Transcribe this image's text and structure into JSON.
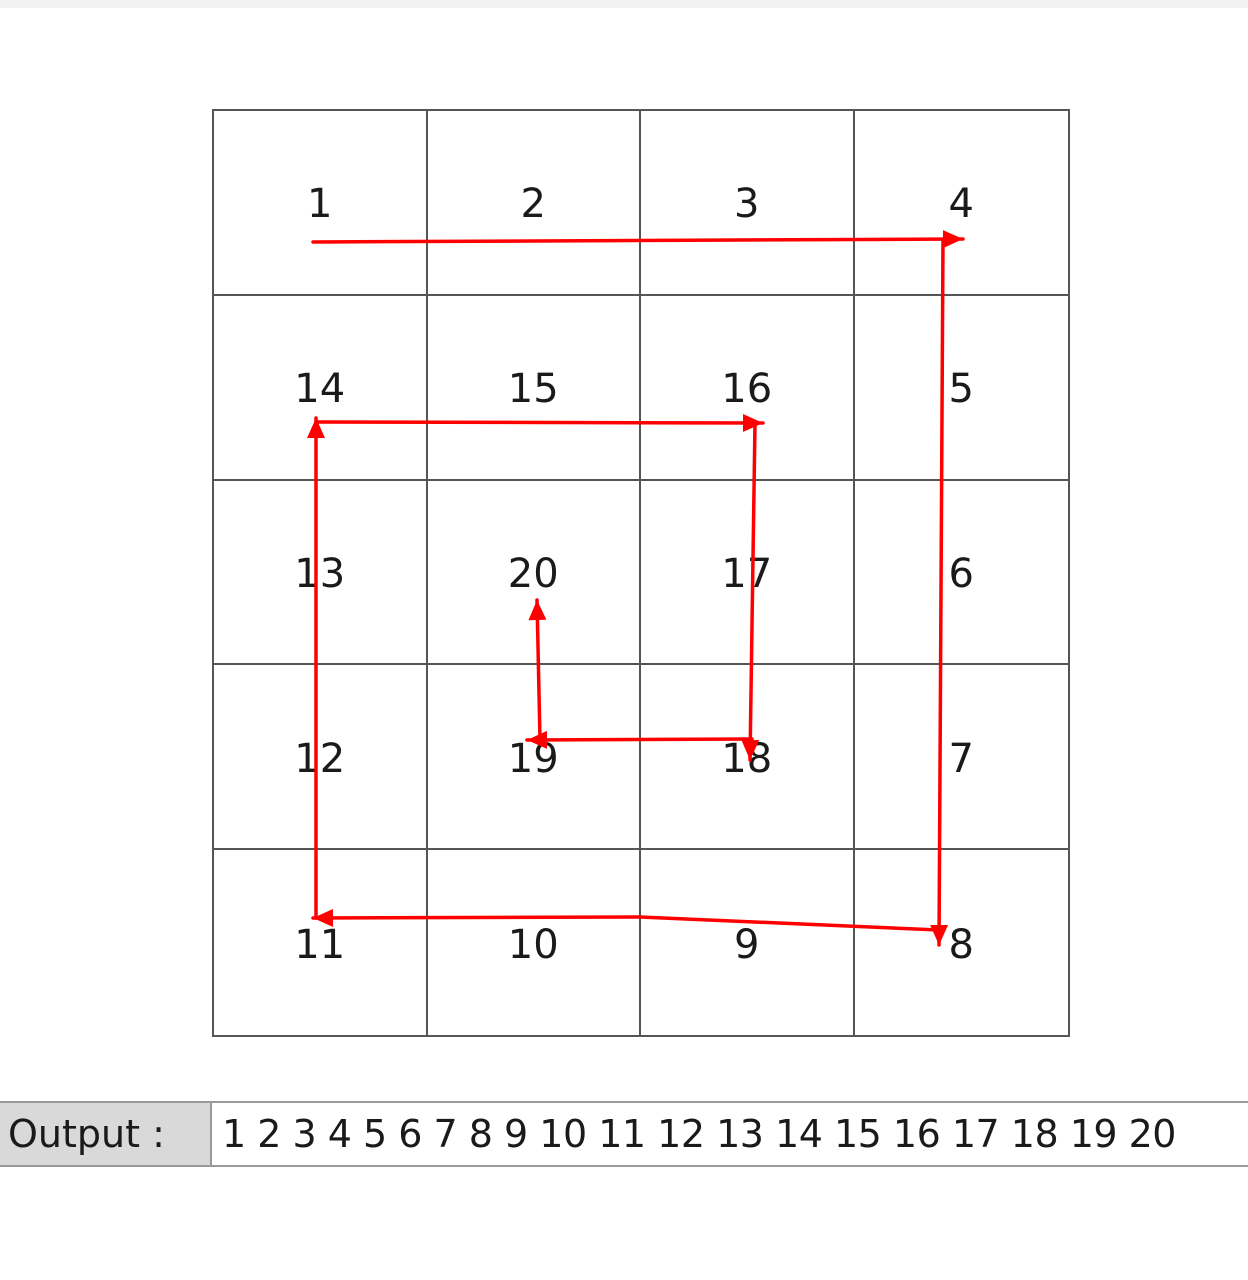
{
  "grid": {
    "rows": [
      [
        "1",
        "2",
        "3",
        "4"
      ],
      [
        "14",
        "15",
        "16",
        "5"
      ],
      [
        "13",
        "20",
        "17",
        "6"
      ],
      [
        "12",
        "19",
        "18",
        "7"
      ],
      [
        "11",
        "10",
        "9",
        "8"
      ]
    ]
  },
  "path": {
    "color": "#ff0000",
    "order": [
      "1",
      "2",
      "3",
      "4",
      "5",
      "6",
      "7",
      "8",
      "9",
      "10",
      "11",
      "12",
      "13",
      "14",
      "15",
      "16",
      "17",
      "18",
      "19",
      "20"
    ]
  },
  "output": {
    "label": "Output :",
    "value": "1 2 3 4 5 6 7 8 9 10 11 12 13 14 15 16 17 18 19 20"
  }
}
